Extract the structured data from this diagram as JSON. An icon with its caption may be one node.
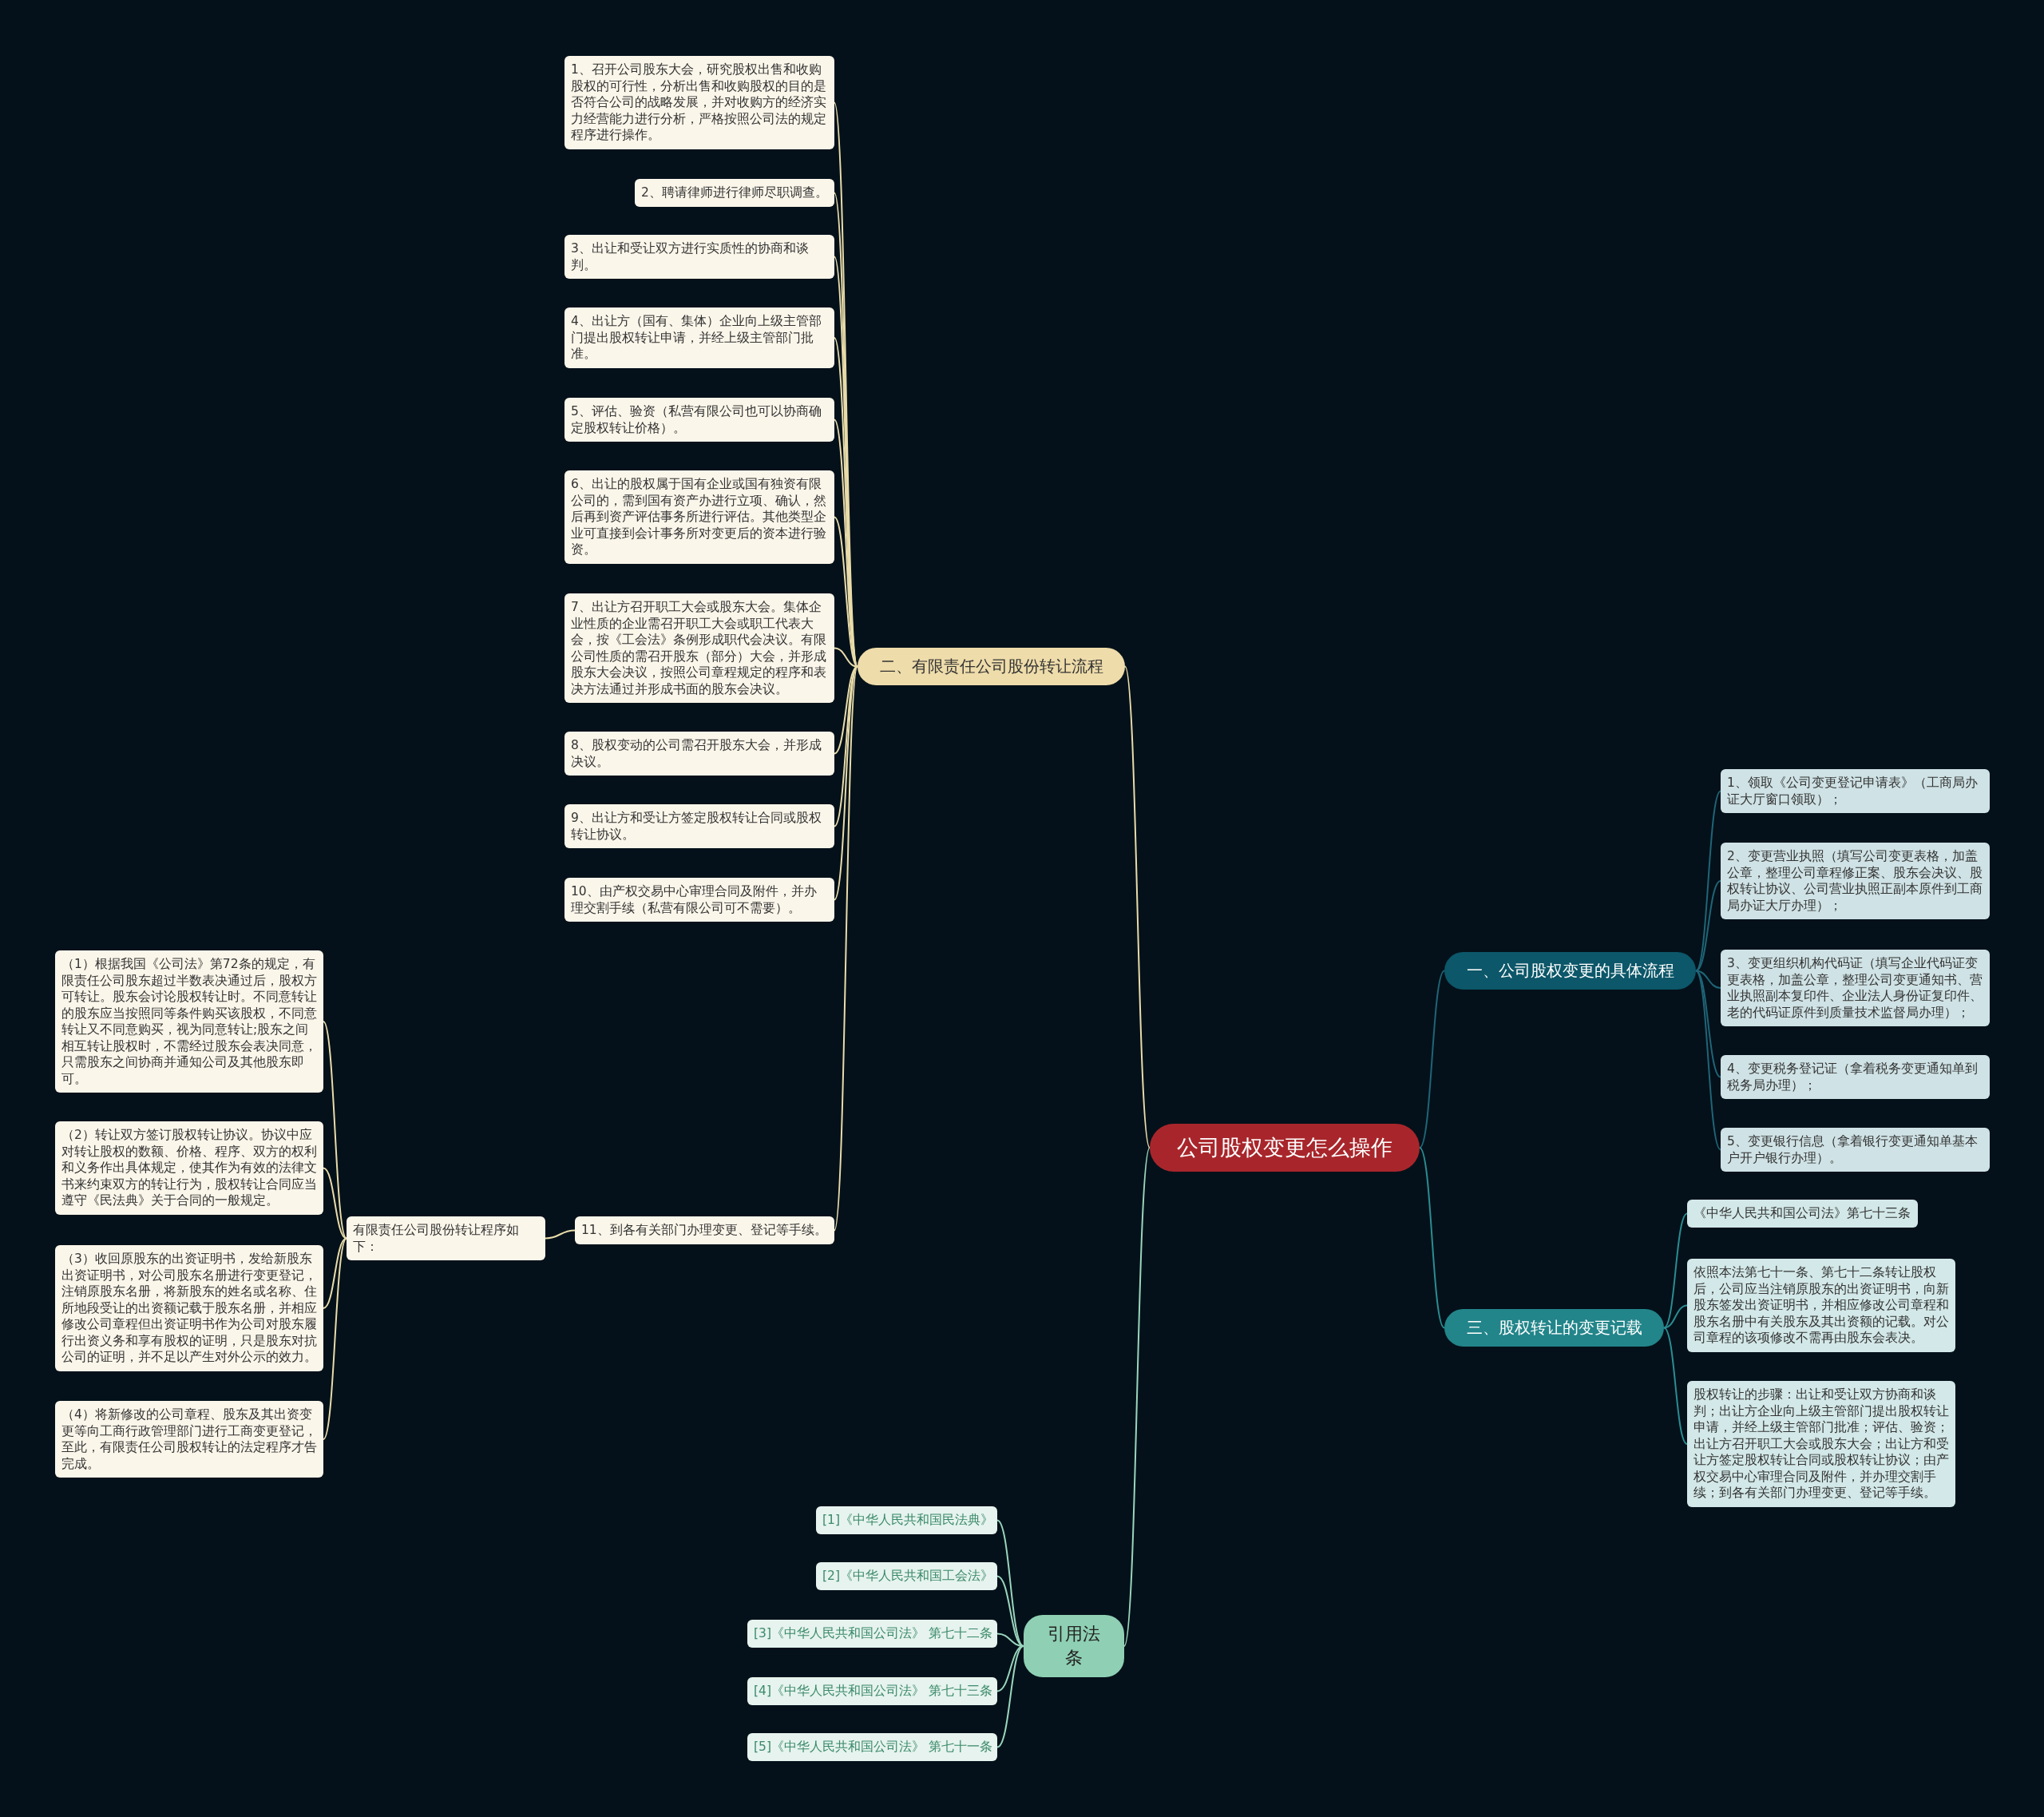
{
  "diagram": {
    "nodes": [
      {
        "text": [
          "公司股权变更怎么操作"
        ]
      },
      {
        "text": [
          "二、有限责任公司股份转让流程"
        ]
      },
      {
        "text": [
          "1、召开公司股东大会，研究股权出售和收购股权的可行性，分析出售和收购股权的目的是否符合公司的战略发展，并对收购方的经济实力经营能力进行分析，严格按照公司法的规定程序进行操作。"
        ]
      },
      {
        "text": [
          "2、聘请律师进行律师尽职调查。"
        ]
      },
      {
        "text": [
          "3、出让和受让双方进行实质性的协商和谈判。"
        ]
      },
      {
        "text": [
          "4、出让方（国有、集体）企业向上级主管部门提出股权转让申请，并经上级主管部门批准。"
        ]
      },
      {
        "text": [
          "5、评估、验资（私营有限公司也可以协商确定股权转让价格）。"
        ]
      },
      {
        "text": [
          "6、出让的股权属于国有企业或国有独资有限公司的，需到国有资产办进行立项、确认，然后再到资产评估事务所进行评估。其他类型企业可直接到会计事务所对变更后的资本进行验资。"
        ]
      },
      {
        "text": [
          "7、出让方召开职工大会或股东大会。集体企业性质的企业需召开职工大会或职工代表大会，按《工会法》条例形成职代会决议。有限公司性质的需召开股东（部分）大会，并形成股东大会决议，按照公司章程规定的程序和表决方法通过并形成书面的股东会决议。"
        ]
      },
      {
        "text": [
          "8、股权变动的公司需召开股东大会，并形成决议。"
        ]
      },
      {
        "text": [
          "9、出让方和受让方签定股权转让合同或股权转让协议。"
        ]
      },
      {
        "text": [
          "10、由产权交易中心审理合同及附件，并办理交割手续（私营有限公司可不需要）。"
        ]
      },
      {
        "text": [
          "11、到各有关部门办理变更、登记等手续。"
        ]
      },
      {
        "text": [
          "有限责任公司股份转让程序如下："
        ]
      },
      {
        "text": [
          "（1）根据我国《公司法》第72条的规定，有限责任公司股东超过半数表决通过后，股权方可转让。股东会讨论股权转让时。不同意转让的股东应当按照同等条件购买该股权，不同意转让又不同意购买，视为同意转让;股东之间相互转让股权时，不需经过股东会表决同意，只需股东之间协商并通知公司及其他股东即可。"
        ]
      },
      {
        "text": [
          "（2）转让双方签订股权转让协议。协议中应对转让股权的数额、价格、程序、双方的权利和义务作出具体规定，使其作为有效的法律文书来约束双方的转让行为，股权转让合同应当遵守《民法典》关于合同的一般规定。"
        ]
      },
      {
        "text": [
          "（3）收回原股东的出资证明书，发给新股东出资证明书，对公司股东名册进行变更登记，注销原股东名册，将新股东的姓名或名称、住所地段受让的出资额记载于股东名册，并相应修改公司章程但出资证明书作为公司对股东履行出资义务和享有股权的证明，只是股东对抗公司的证明，并不足以产生对外公示的效力。"
        ]
      },
      {
        "text": [
          "（4）将新修改的公司章程、股东及其出资变更等向工商行政管理部门进行工商变更登记，至此，有限责任公司股权转让的法定程序才告完成。"
        ]
      },
      {
        "text": [
          "一、公司股权变更的具体流程"
        ]
      },
      {
        "text": [
          "1、领取《公司变更登记申请表》（工商局办证大厅窗口领取）；"
        ]
      },
      {
        "text": [
          "2、变更营业执照（填写公司变更表格，加盖公章，整理公司章程修正案、股东会决议、股权转让协议、公司营业执照正副本原件到工商局办证大厅办理）；"
        ]
      },
      {
        "text": [
          "3、变更组织机构代码证（填写企业代码证变更表格，加盖公章，整理公司变更通知书、营业执照副本复印件、企业法人身份证复印件、老的代码证原件到质量技术监督局办理）；"
        ]
      },
      {
        "text": [
          "4、变更税务登记证（拿着税务变更通知单到税务局办理）；"
        ]
      },
      {
        "text": [
          "5、变更银行信息（拿着银行变更通知单基本户开户银行办理）。"
        ]
      },
      {
        "text": [
          "三、股权转让的变更记载"
        ]
      },
      {
        "text": [
          "《中华人民共和国公司法》第七十三条"
        ]
      },
      {
        "text": [
          "依照本法第七十一条、第七十二条转让股权后，公司应当注销原股东的出资证明书，向新股东签发出资证明书，并相应修改公司章程和股东名册中有关股东及其出资额的记载。对公司章程的该项修改不需再由股东会表决。"
        ]
      },
      {
        "text": [
          "股权转让的步骤：出让和受让双方协商和谈判；出让方企业向上级主管部门提出股权转让申请，并经上级主管部门批准；评估、验资；出让方召开职工大会或股东大会；出让方和受让方签定股权转让合同或股权转让协议；由产权交易中心审理合同及附件，并办理交割手续；到各有关部门办理变更、登记等手续。"
        ]
      },
      {
        "text": [
          "引用法条"
        ]
      },
      {
        "text": [
          "[1]《中华人民共和国民法典》"
        ]
      },
      {
        "text": [
          "[2]《中华人民共和国工会法》"
        ]
      },
      {
        "text": [
          "[3]《中华人民共和国公司法》 第七十二条"
        ]
      },
      {
        "text": [
          "[4]《中华人民共和国公司法》 第七十三条"
        ]
      },
      {
        "text": [
          "[5]《中华人民共和国公司法》 第七十一条"
        ]
      }
    ],
    "edges": [
      {
        "from": 0,
        "to": 1,
        "arrow": "none"
      },
      {
        "from": 1,
        "to": 2,
        "arrow": "none"
      },
      {
        "from": 1,
        "to": 3,
        "arrow": "none"
      },
      {
        "from": 1,
        "to": 4,
        "arrow": "none"
      },
      {
        "from": 1,
        "to": 5,
        "arrow": "none"
      },
      {
        "from": 1,
        "to": 6,
        "arrow": "none"
      },
      {
        "from": 1,
        "to": 7,
        "arrow": "none"
      },
      {
        "from": 1,
        "to": 8,
        "arrow": "none"
      },
      {
        "from": 1,
        "to": 9,
        "arrow": "none"
      },
      {
        "from": 1,
        "to": 10,
        "arrow": "none"
      },
      {
        "from": 1,
        "to": 11,
        "arrow": "none"
      },
      {
        "from": 1,
        "to": 12,
        "arrow": "none"
      },
      {
        "from": 12,
        "to": 13,
        "arrow": "none"
      },
      {
        "from": 13,
        "to": 14,
        "arrow": "none"
      },
      {
        "from": 13,
        "to": 15,
        "arrow": "none"
      },
      {
        "from": 13,
        "to": 16,
        "arrow": "none"
      },
      {
        "from": 13,
        "to": 17,
        "arrow": "none"
      },
      {
        "from": 0,
        "to": 18,
        "arrow": "none",
        "color": "#1f6577"
      },
      {
        "from": 18,
        "to": 19,
        "arrow": "none",
        "color": "#1f6577"
      },
      {
        "from": 18,
        "to": 20,
        "arrow": "none",
        "color": "#1f6577"
      },
      {
        "from": 18,
        "to": 21,
        "arrow": "none",
        "color": "#1f6577"
      },
      {
        "from": 18,
        "to": 22,
        "arrow": "none",
        "color": "#1f6577"
      },
      {
        "from": 18,
        "to": 23,
        "arrow": "none",
        "color": "#1f6577"
      },
      {
        "from": 0,
        "to": 24,
        "arrow": "none",
        "color": "#2b8d92"
      },
      {
        "from": 24,
        "to": 25,
        "arrow": "none",
        "color": "#2b8d92"
      },
      {
        "from": 24,
        "to": 26,
        "arrow": "none",
        "color": "#2b8d92"
      },
      {
        "from": 24,
        "to": 27,
        "arrow": "none",
        "color": "#2b8d92"
      },
      {
        "from": 0,
        "to": 28,
        "arrow": "none",
        "color": "#9ad6bd"
      },
      {
        "from": 28,
        "to": 29,
        "arrow": "none",
        "color": "#9ad6bd"
      },
      {
        "from": 28,
        "to": 30,
        "arrow": "none",
        "color": "#9ad6bd"
      },
      {
        "from": 28,
        "to": 31,
        "arrow": "none",
        "color": "#9ad6bd"
      },
      {
        "from": 28,
        "to": 32,
        "arrow": "none",
        "color": "#9ad6bd"
      },
      {
        "from": 28,
        "to": 33,
        "arrow": "none",
        "color": "#9ad6bd"
      }
    ]
  }
}
